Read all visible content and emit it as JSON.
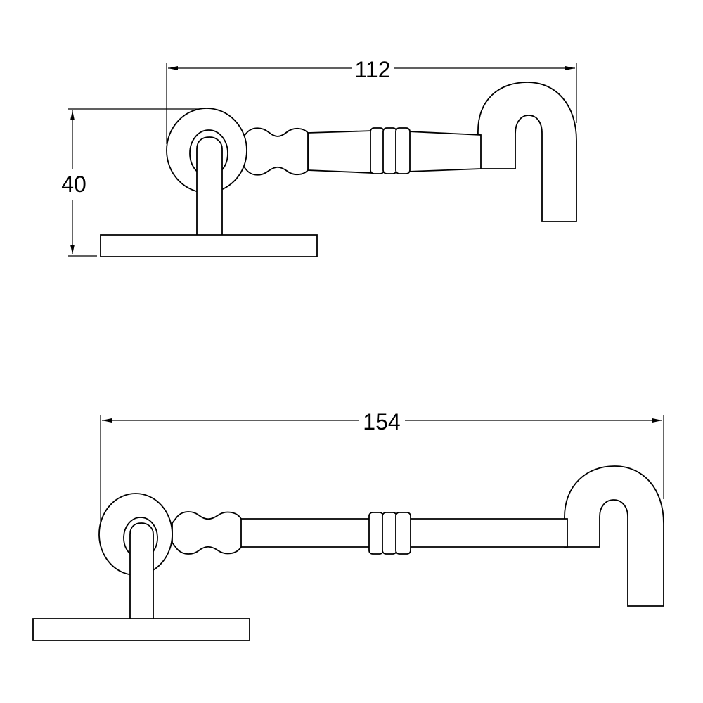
{
  "drawings": [
    {
      "name": "small-hook",
      "dimensions": {
        "length": "112",
        "height": "40"
      }
    },
    {
      "name": "large-hook",
      "dimensions": {
        "length": "154"
      }
    }
  ],
  "colors": {
    "line": "#000000",
    "background": "#ffffff"
  }
}
